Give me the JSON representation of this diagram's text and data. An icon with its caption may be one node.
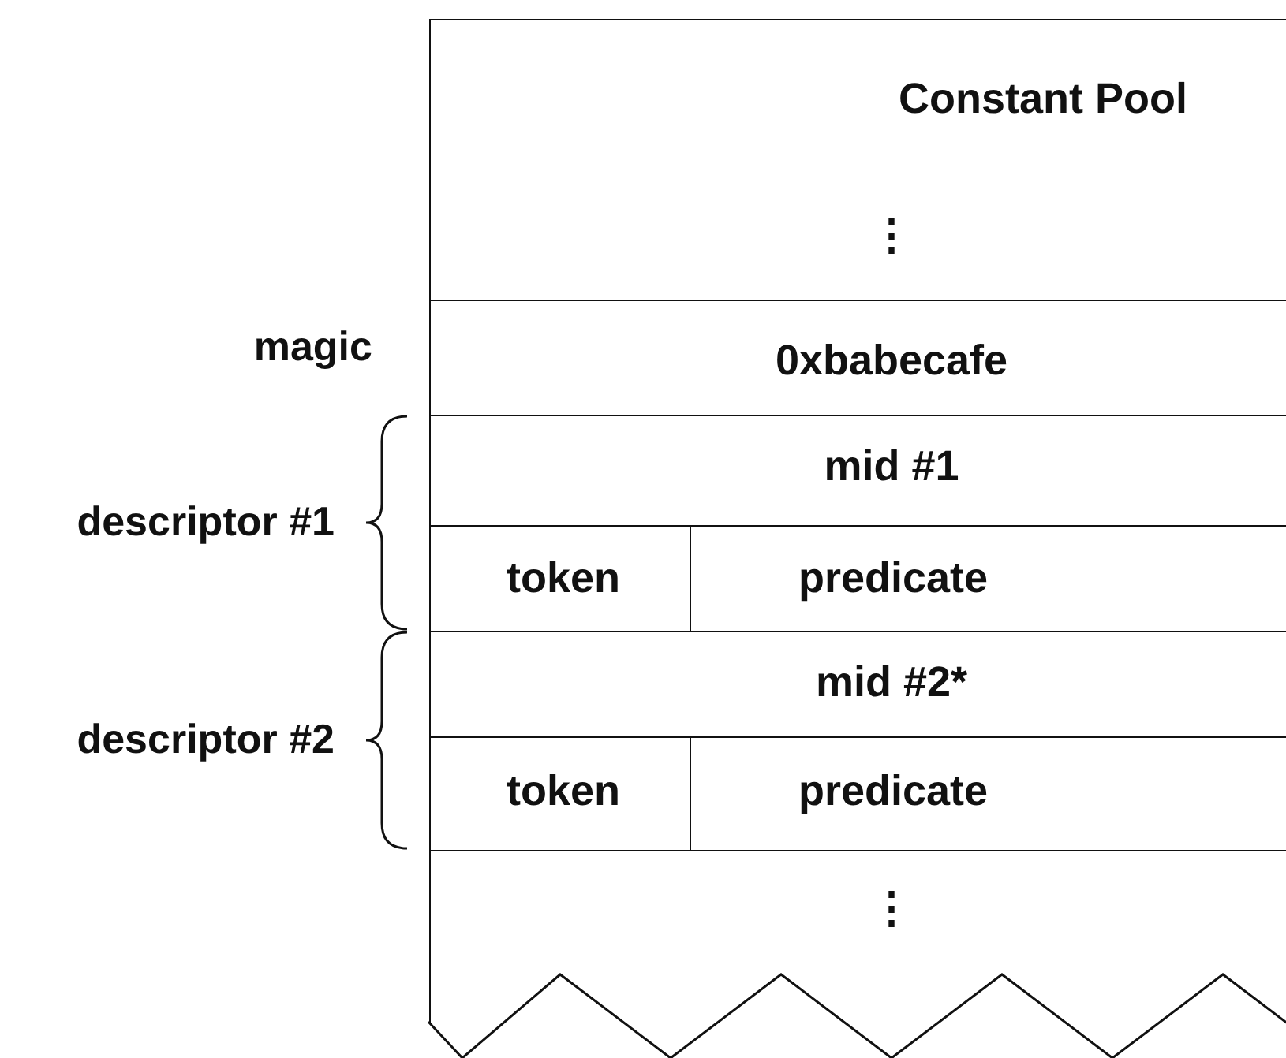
{
  "diagram": {
    "nodes": [
      {
        "text": [
          "Constant Pool",
          "⋮"
        ]
      },
      {
        "text": [
          "0xbabecafe"
        ]
      },
      {
        "text": [
          "mid #1"
        ]
      },
      {
        "text": [
          "token"
        ]
      },
      {
        "text": [
          "predicate"
        ]
      },
      {
        "text": [
          "mid #2*"
        ]
      },
      {
        "text": [
          "token"
        ]
      },
      {
        "text": [
          "predicate"
        ]
      },
      {
        "text": [
          "⋮"
        ]
      }
    ],
    "labels": [
      "magic",
      "descriptor #1",
      "descriptor #2"
    ]
  }
}
